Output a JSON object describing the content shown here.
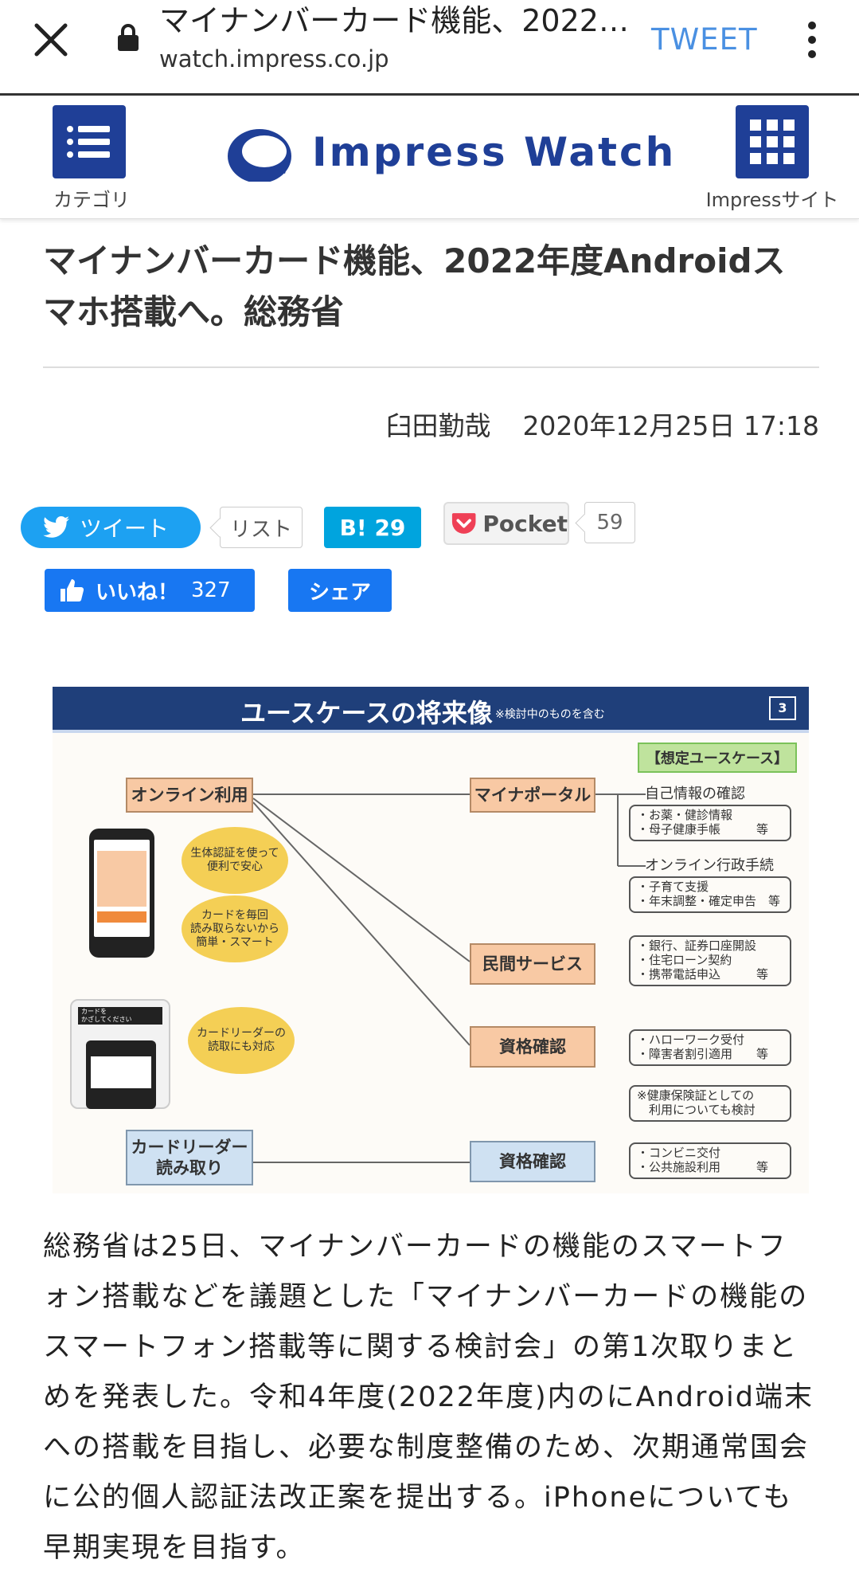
{
  "browser": {
    "title": "マイナンバーカード機能、2022年度Androidスマホ搭載へ。総務省",
    "url": "watch.impress.co.jp",
    "tweet_label": "TWEET"
  },
  "site": {
    "category_label": "カテゴリ",
    "logo_text": "Impress Watch",
    "sites_label": "Impressサイト",
    "brand_color": "#1f3f97"
  },
  "article": {
    "title": "マイナンバーカード機能、2022年度Androidスマホ搭載へ。総務省",
    "author": "臼田勤哉",
    "datetime": "2020年12月25日 17:18",
    "body": "総務省は25日、マイナンバーカードの機能のスマートフォン搭載などを議題とした「マイナンバーカードの機能のスマートフォン搭載等に関する検討会」の第1次取りまとめを発表した。令和4年度(2022年度)内のにAndroid端末への搭載を目指し、必要な制度整備のため、次期通常国会に公的個人認証法改正案を提出する。iPhoneについても早期実現を目指す。"
  },
  "social": {
    "tweet_label": "ツイート",
    "list_label": "リスト",
    "hatena_label": "B! 29",
    "pocket_label": "Pocket",
    "pocket_count": "59",
    "like_label": "いいね！",
    "like_count": "327",
    "share_label": "シェア"
  },
  "figure": {
    "title": "ユースケースの将来像",
    "note": "※検討中のものを含む",
    "page_number": "3",
    "usecase_tag": "【想定ユースケース】",
    "online_box": "オンライン利用",
    "reader_box": "カードリーダー\n読み取り",
    "mynaportal_box": "マイナポータル",
    "private_box": "民間サービス",
    "qual_box_1": "資格確認",
    "qual_box_2": "資格確認",
    "self_info_head": "自己情報の確認",
    "self_info_items": "・お薬・健診情報\n・母子健康手帳　　　等",
    "online_admin_head": "オンライン行政手続",
    "online_admin_items": "・子育て支援\n・年末調整・確定申告　等",
    "private_items": "・銀行、証券口座開設\n・住宅ローン契約\n・携帯電話申込　　　等",
    "qual_items": "・ハローワーク受付\n・障害者割引適用　　等",
    "insurance_note": "※健康保険証としての\n　利用についても検討",
    "reader_items": "・コンビニ交付\n・公共施設利用　　　等",
    "bubble_1": "生体認証を使って\n便利で安心",
    "bubble_2": "カードを毎回\n読み取らないから\n簡単・スマート",
    "bubble_3": "カードリーダーの\n読取にも対応",
    "reader_screen_text": "カードを\nかざしてください"
  }
}
